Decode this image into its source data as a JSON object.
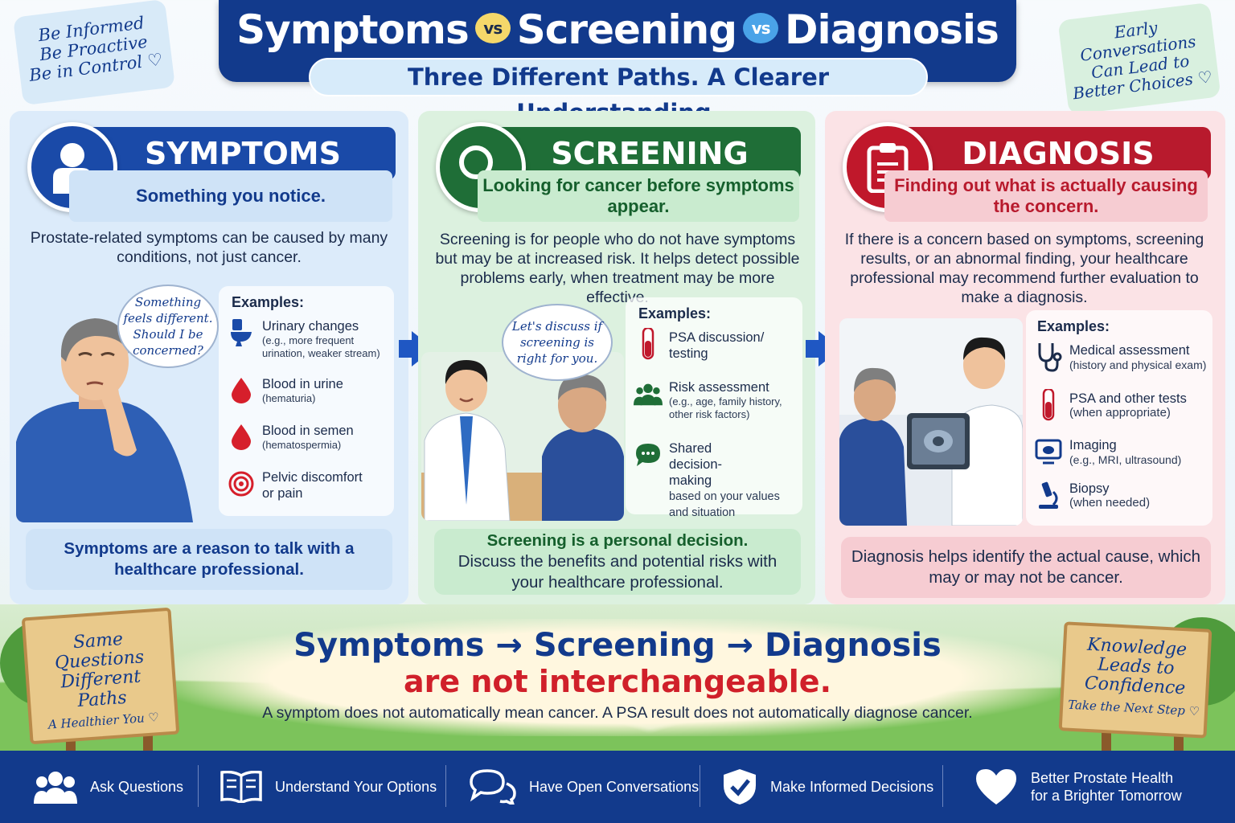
{
  "header": {
    "title_part1": "Symptoms",
    "vs_label": "vs",
    "title_part2": "Screening",
    "title_part3": "Diagnosis",
    "subtitle": "Three Different Paths. A Clearer Understanding."
  },
  "notes": {
    "left": [
      "Be Informed",
      "Be Proactive",
      "Be in Control"
    ],
    "right": [
      "Early",
      "Conversations",
      "Can Lead to",
      "Better Choices"
    ]
  },
  "panels": [
    {
      "title": "SYMPTOMS",
      "subtitle": "Something you notice.",
      "description": "Prostate-related symptoms can be caused by many conditions, not just cancer.",
      "bubble": "Something feels different. Should I be concerned?",
      "examples_label": "Examples:",
      "examples": [
        {
          "icon": "toilet-icon",
          "label": "Urinary changes",
          "detail": "(e.g., more frequent urination, weaker stream)"
        },
        {
          "icon": "blood-drop-icon",
          "label": "Blood in urine",
          "detail": "(hematuria)"
        },
        {
          "icon": "blood-drop-icon",
          "label": "Blood in semen",
          "detail": "(hematospermia)"
        },
        {
          "icon": "target-icon",
          "label": "Pelvic discomfort or pain",
          "detail": ""
        }
      ],
      "takeaway": "Symptoms are a reason to talk with a healthcare professional."
    },
    {
      "title": "SCREENING",
      "subtitle": "Looking for cancer before symptoms appear.",
      "description": "Screening is for people who do not have symptoms but may be at increased risk. It helps detect possible problems early, when treatment may be more effective.",
      "bubble": "Let's discuss if screening is right for you.",
      "examples_label": "Examples:",
      "examples": [
        {
          "icon": "test-tube-icon",
          "label": "PSA discussion/ testing",
          "detail": ""
        },
        {
          "icon": "people-icon",
          "label": "Risk assessment",
          "detail": "(e.g., age, family history, other risk factors)"
        },
        {
          "icon": "chat-icon",
          "label": "Shared decision-making",
          "detail": "based on your values and situation"
        }
      ],
      "takeaway_bold": "Screening is a personal decision.",
      "takeaway": "Discuss the benefits and potential risks with your healthcare professional."
    },
    {
      "title": "DIAGNOSIS",
      "subtitle": "Finding out what is actually causing the concern.",
      "description": "If there is a concern based on symptoms, screening results, or an abnormal finding, your healthcare professional may recommend further evaluation to make a diagnosis.",
      "examples_label": "Examples:",
      "examples": [
        {
          "icon": "stethoscope-icon",
          "label": "Medical assessment",
          "detail": "(history and physical exam)"
        },
        {
          "icon": "test-tube-icon",
          "label": "PSA and other tests",
          "detail": "(when appropriate)"
        },
        {
          "icon": "imaging-monitor-icon",
          "label": "Imaging",
          "detail": "(e.g., MRI, ultrasound)"
        },
        {
          "icon": "microscope-icon",
          "label": "Biopsy",
          "detail": "(when needed)"
        }
      ],
      "takeaway": "Diagnosis helps identify the actual cause, which may or may not be cancer."
    }
  ],
  "key_message": {
    "line1": "Symptoms → Screening → Diagnosis",
    "line2": "are not interchangeable.",
    "line3": "A symptom does not automatically mean cancer. A PSA result does not automatically diagnose cancer."
  },
  "signs": {
    "left": [
      "Same",
      "Questions",
      "Different",
      "Paths"
    ],
    "left_small": "A Healthier You",
    "right": [
      "Knowledge",
      "Leads to",
      "Confidence"
    ],
    "right_small": "Take the Next Step"
  },
  "footer": [
    {
      "icon": "group-icon",
      "label": "Ask Questions"
    },
    {
      "icon": "book-icon",
      "label": "Understand Your Options"
    },
    {
      "icon": "chat-bubbles-icon",
      "label": "Have Open Conversations"
    },
    {
      "icon": "shield-check-icon",
      "label": "Make Informed Decisions"
    },
    {
      "icon": "heart-icon",
      "label": "Better Prostate Health for a Brighter Tomorrow"
    }
  ],
  "colors": {
    "navy": "#123a8c",
    "symptoms": "#1a4aa8",
    "screening": "#1f7a3a",
    "diagnosis": "#c0182b",
    "vs_yellow": "#f5d86a",
    "vs_blue": "#4aa3e8"
  }
}
